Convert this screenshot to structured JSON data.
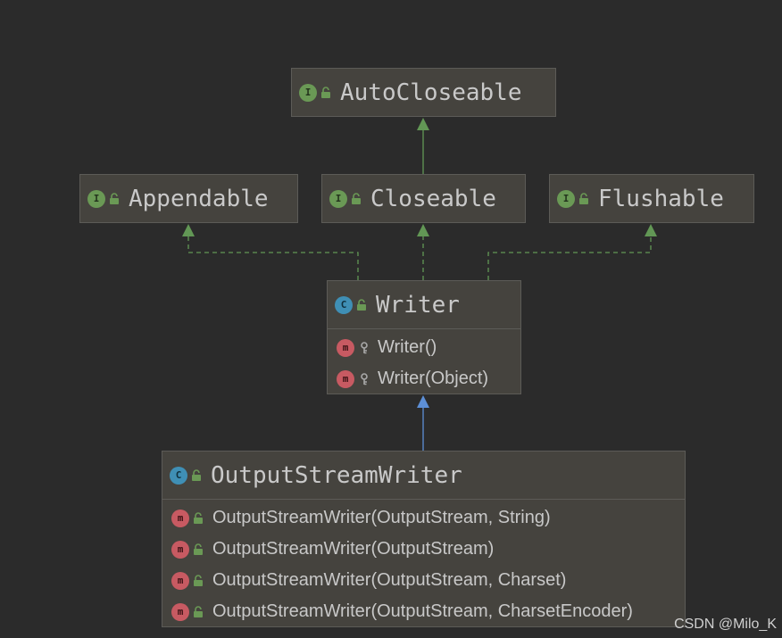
{
  "colors": {
    "background": "#2b2b2b",
    "node_fill": "#45433e",
    "node_border": "#5c5b57",
    "implements_edge": "#629755",
    "extends_edge": "#5d8fd6",
    "interface_badge": "#6a9955",
    "class_badge": "#3f8fb5",
    "method_badge": "#c75a62"
  },
  "nodes": {
    "autocloseable": {
      "badge": "I",
      "title": "AutoCloseable"
    },
    "appendable": {
      "badge": "I",
      "title": "Appendable"
    },
    "closeable": {
      "badge": "I",
      "title": "Closeable"
    },
    "flushable": {
      "badge": "I",
      "title": "Flushable"
    },
    "writer": {
      "badge": "C",
      "title": "Writer",
      "members": [
        {
          "badge": "m",
          "label": "Writer()"
        },
        {
          "badge": "m",
          "label": "Writer(Object)"
        }
      ]
    },
    "outputstreamwriter": {
      "badge": "C",
      "title": "OutputStreamWriter",
      "members": [
        {
          "badge": "m",
          "label": "OutputStreamWriter(OutputStream, String)"
        },
        {
          "badge": "m",
          "label": "OutputStreamWriter(OutputStream)"
        },
        {
          "badge": "m",
          "label": "OutputStreamWriter(OutputStream, Charset)"
        },
        {
          "badge": "m",
          "label": "OutputStreamWriter(OutputStream, CharsetEncoder)"
        }
      ]
    }
  },
  "edges": [
    {
      "from": "Closeable",
      "to": "AutoCloseable",
      "kind": "extends-interface",
      "style": "solid"
    },
    {
      "from": "Writer",
      "to": "Appendable",
      "kind": "implements",
      "style": "dashed"
    },
    {
      "from": "Writer",
      "to": "Closeable",
      "kind": "implements",
      "style": "dashed"
    },
    {
      "from": "Writer",
      "to": "Flushable",
      "kind": "implements",
      "style": "dashed"
    },
    {
      "from": "OutputStreamWriter",
      "to": "Writer",
      "kind": "extends",
      "style": "solid"
    }
  ],
  "watermark": "CSDN @Milo_K"
}
